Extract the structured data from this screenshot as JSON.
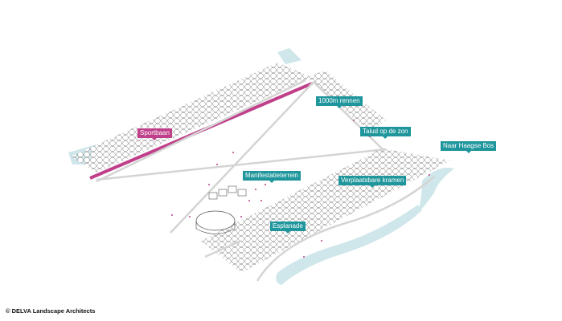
{
  "labels": {
    "sportbaan": "Sportbaan",
    "rennen": "1000m rennen",
    "talud": "Talud op de zon",
    "haagse_bos": "Naar Haagse Bos",
    "manifestatie": "Manifestatieterrein",
    "kramen": "Verplaatsbare kramen",
    "esplanade": "Esplanade"
  },
  "credit": "© DELVA Landscape Architects",
  "colors": {
    "teal": "#1f969c",
    "magenta": "#c03f8a",
    "water": "#cfe6ea",
    "path": "#d6d6d6"
  }
}
